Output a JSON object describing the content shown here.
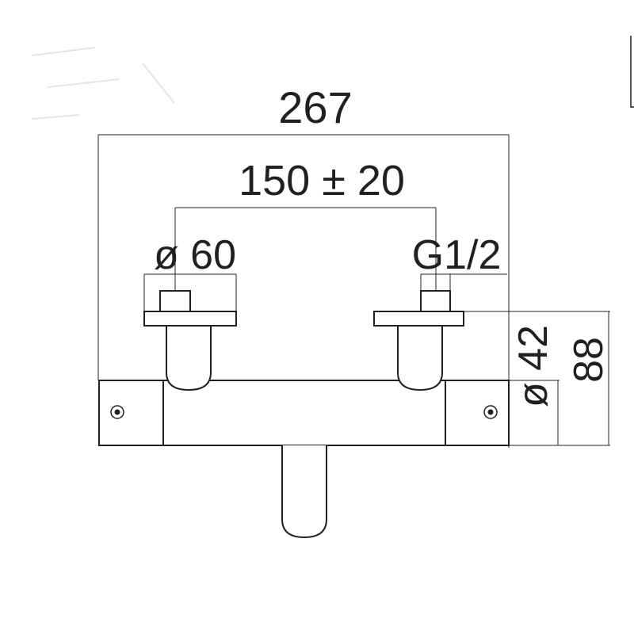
{
  "dimensions": {
    "overall_width": "267",
    "inlet_spacing": "150 ± 20",
    "flange_diameter": "ø 60",
    "thread": "G1/2",
    "body_diameter": "ø 42",
    "overall_depth": "88"
  },
  "colors": {
    "line": "#231f20",
    "background": "#ffffff"
  }
}
